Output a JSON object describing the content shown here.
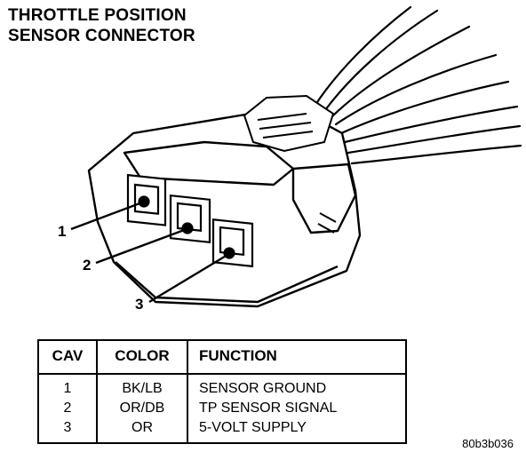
{
  "title": {
    "line1": "THROTTLE POSITION",
    "line2": "SENSOR CONNECTOR"
  },
  "callouts": [
    "1",
    "2",
    "3"
  ],
  "table": {
    "headers": {
      "cav": "CAV",
      "color": "COLOR",
      "function": "FUNCTION"
    },
    "rows": [
      {
        "cav": "1",
        "color": "BK/LB",
        "function": "SENSOR GROUND"
      },
      {
        "cav": "2",
        "color": "OR/DB",
        "function": "TP SENSOR SIGNAL"
      },
      {
        "cav": "3",
        "color": "OR",
        "function": "5-VOLT SUPPLY"
      }
    ]
  },
  "figure_id": "80b3b036"
}
